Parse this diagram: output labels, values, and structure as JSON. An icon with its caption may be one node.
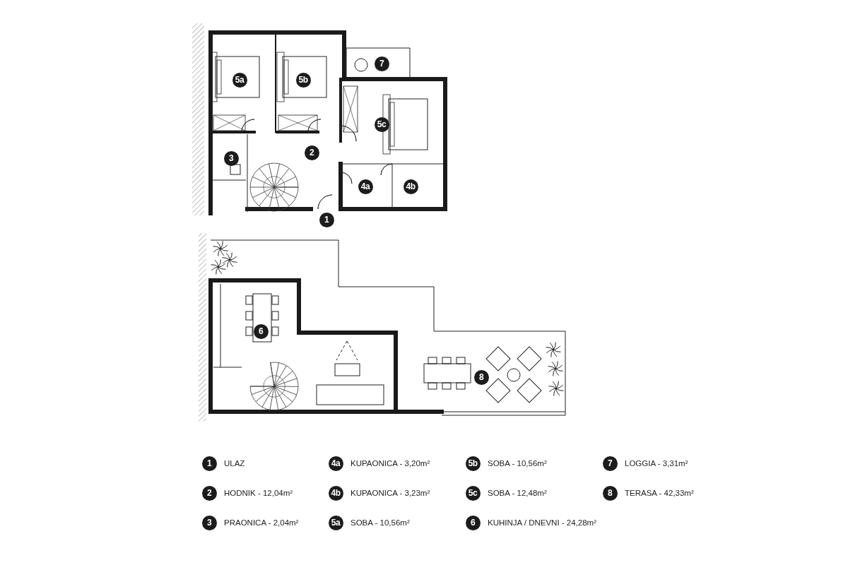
{
  "diagram": {
    "labels": [
      "7",
      "5a",
      "5b",
      "5c",
      "2",
      "3",
      "4a",
      "4b",
      "1",
      "6",
      "8",
      "1",
      "ULAZ",
      "4a",
      "KUPAONICA - 3,20m²",
      "5b",
      "SOBA - 10,56m²",
      "7",
      "LOGGIA - 3,31m²",
      "2",
      "HODNIK - 12,04m²",
      "4b",
      "KUPAONICA - 3,23m²",
      "5c",
      "SOBA - 12,48m²",
      "8",
      "TERASA - 42,33m²",
      "3",
      "PRAONICA - 2,04m²",
      "5a",
      "SOBA - 10,56m²",
      "6",
      "KUHINJA / DNEVNI - 24,28m²"
    ]
  }
}
